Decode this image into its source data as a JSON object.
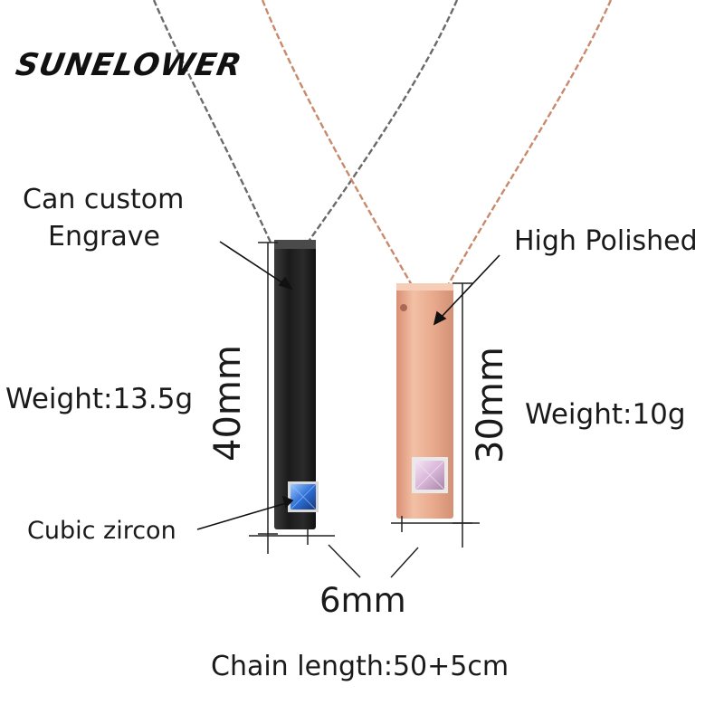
{
  "brand": {
    "logo_text": "SUNELOWER"
  },
  "annotations": {
    "engrave_line1": "Can custom",
    "engrave_line2": "Engrave",
    "polished": "High Polished",
    "weight_black": "Weight:13.5g",
    "weight_rose": "Weight:10g",
    "zircon": "Cubic zircon",
    "length_black": "40mm",
    "length_rose": "30mm",
    "width": "6mm",
    "chain_length": "Chain length:50+5cm"
  },
  "colors": {
    "black_pendant": "#1f1f1f",
    "rose_pendant": "#e7a98c",
    "silver_chain": "#6a6a6a",
    "rose_chain": "#c98a6c",
    "blue_stone": "#2f6fd6",
    "pink_stone": "#d8b6d8"
  }
}
